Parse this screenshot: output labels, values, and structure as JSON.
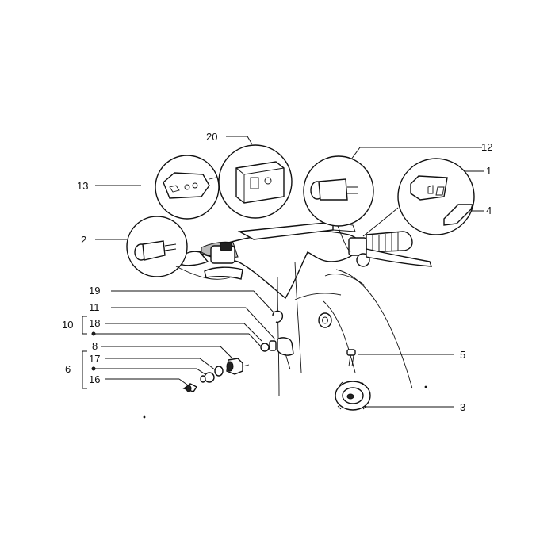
{
  "diagram": {
    "callouts": {
      "c1": "1",
      "c2": "2",
      "c3": "3",
      "c4": "4",
      "c5": "5",
      "c6": "6",
      "c8": "8",
      "c10": "10",
      "c11": "11",
      "c12": "12",
      "c13": "13",
      "c16": "16",
      "c17": "17",
      "c18": "18",
      "c19": "19",
      "c20": "20"
    }
  }
}
